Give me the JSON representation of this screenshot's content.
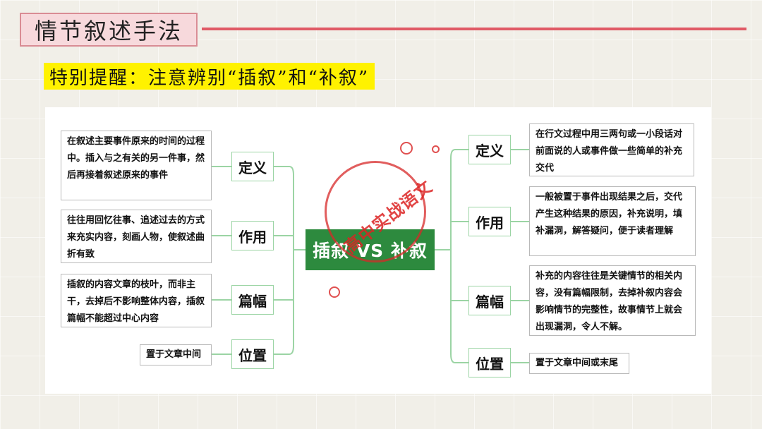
{
  "slide": {
    "title": "情节叙述手法",
    "reminder": "特别提醒：注意辨别“插叙”和“补叙”"
  },
  "center": {
    "label": "插叙 VS 补叙"
  },
  "stamp": {
    "text": "高中实战语文"
  },
  "colors": {
    "title_bg": "#f7d9dc",
    "accent_line": "#e05a66",
    "reminder_bg": "#fff200",
    "center_bg": "#2d8a3e",
    "connector": "#9bd4a4"
  },
  "left": [
    {
      "label": "定义",
      "text": "在叙述主要事件原来的时间的过程中。插入与之有关的另一件事，然后再接着叙述原来的事件"
    },
    {
      "label": "作用",
      "text": "往往用回忆往事、追述过去的方式来充实内容，刻画人物，使叙述曲折有致"
    },
    {
      "label": "篇幅",
      "text": "插叙的内容文章的枝叶，而非主干，去掉后不影响整体内容，插叙篇幅不能超过中心内容"
    },
    {
      "label": "位置",
      "text": "置于文章中间"
    }
  ],
  "right": [
    {
      "label": "定义",
      "text": "在行文过程中用三两句或一小段话对前面说的人或事件做一些简单的补充交代"
    },
    {
      "label": "作用",
      "text": "一般被置于事件出现结果之后，交代产生这种结果的原因，补充说明，填补漏洞，解答疑问，便于读者理解"
    },
    {
      "label": "篇幅",
      "text": "补充的内容往往是关键情节的相关内容，没有篇幅限制，去掉补叙内容会影响情节的完整性，故事情节上就会出现漏洞，令人不解。"
    },
    {
      "label": "位置",
      "text": "置于文章中间或末尾"
    }
  ]
}
